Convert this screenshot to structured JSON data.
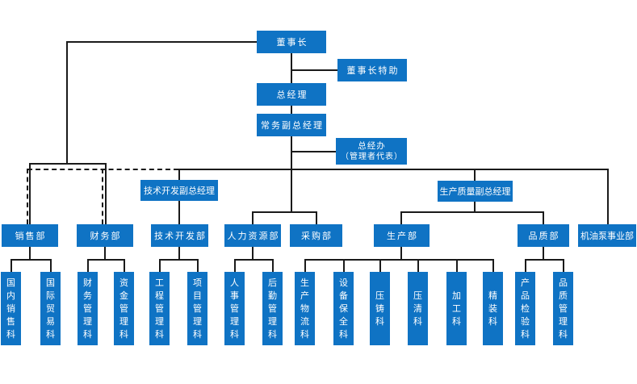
{
  "colors": {
    "box_fill": "#0f73c4",
    "box_text": "#ffffff",
    "line": "#1a1a1a",
    "background": "#ffffff"
  },
  "nodes": {
    "chairman": "董事长",
    "chairman_assistant": "董事长特助",
    "general_manager": "总经理",
    "executive_deputy_gm": "常务副总经理",
    "gm_office_line1": "总经办",
    "gm_office_line2": "（管理者代表）",
    "tech_dev_deputy_gm": "技术开发副总经理",
    "prod_quality_deputy_gm": "生产质量副总经理",
    "sales_dept": "销售部",
    "finance_dept": "财务部",
    "tech_dev_dept": "技术开发部",
    "hr_dept": "人力资源部",
    "purchasing_dept": "采购部",
    "production_dept": "生产部",
    "quality_dept": "品质部",
    "oil_pump_division": "机油泵事业部",
    "domestic_sales_sec": "国内销售科",
    "intl_trade_sec": "国际贸易科",
    "financial_mgmt_sec": "财务管理科",
    "fund_mgmt_sec": "资金管理科",
    "engineering_mgmt_sec": "工程管理科",
    "project_mgmt_sec": "项目管理科",
    "personnel_mgmt_sec": "人事管理科",
    "logistics_mgmt_sec": "后勤管理科",
    "production_logistics_sec": "生产物流科",
    "equipment_maintenance_sec": "设备保全科",
    "die_casting_sec": "压铸科",
    "pressure_cleaning_sec": "压清科",
    "machining_sec": "加工科",
    "fine_assembly_sec": "精装科",
    "product_inspection_sec": "产品检验科",
    "quality_mgmt_sec": "品质管理科"
  },
  "hierarchy": {
    "chairman": [
      "chairman_assistant",
      "general_manager",
      "sales_dept",
      "finance_dept"
    ],
    "general_manager": [
      "executive_deputy_gm"
    ],
    "executive_deputy_gm": [
      "gm_office",
      "tech_dev_deputy_gm",
      "prod_quality_deputy_gm",
      "hr_dept",
      "purchasing_dept",
      "oil_pump_division"
    ],
    "tech_dev_deputy_gm": [
      "tech_dev_dept"
    ],
    "prod_quality_deputy_gm": [
      "production_dept",
      "quality_dept"
    ],
    "sales_dept": [
      "domestic_sales_sec",
      "intl_trade_sec"
    ],
    "finance_dept": [
      "financial_mgmt_sec",
      "fund_mgmt_sec"
    ],
    "tech_dev_dept": [
      "engineering_mgmt_sec",
      "project_mgmt_sec"
    ],
    "hr_dept": [
      "personnel_mgmt_sec",
      "logistics_mgmt_sec"
    ],
    "production_dept": [
      "production_logistics_sec",
      "equipment_maintenance_sec",
      "die_casting_sec",
      "pressure_cleaning_sec",
      "machining_sec",
      "fine_assembly_sec"
    ],
    "quality_dept": [
      "product_inspection_sec",
      "quality_mgmt_sec"
    ]
  },
  "dashed_links": [
    "sales_dept",
    "finance_dept"
  ]
}
